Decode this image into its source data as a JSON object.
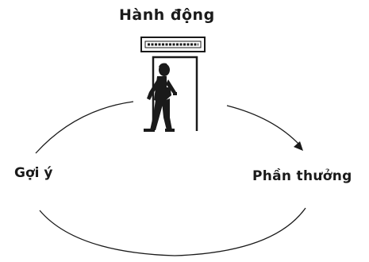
{
  "diagram": {
    "labels": {
      "action": "Hành động",
      "cue": "Gợi ý",
      "reward": "Phần thưởng"
    },
    "icons": {
      "figure": "person-walking-through-doorway-icon",
      "sign": "exit-sign-icon",
      "arrow": "arrowhead-icon"
    },
    "colors": {
      "line": "#1a1a1a",
      "background": "#ffffff"
    }
  }
}
